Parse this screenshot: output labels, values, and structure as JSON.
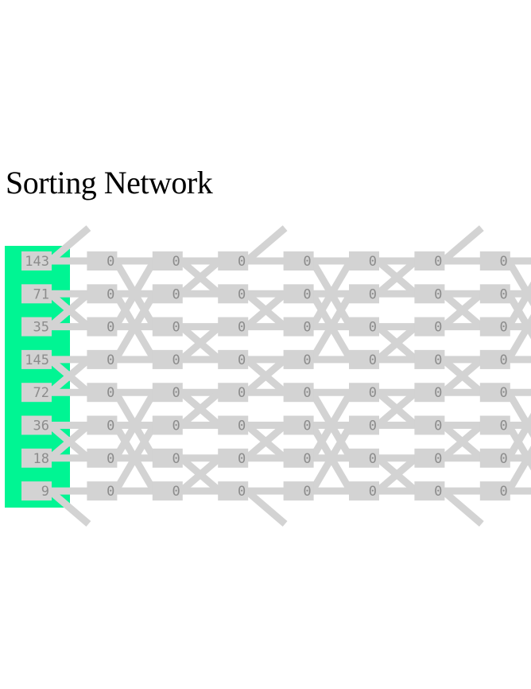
{
  "title": "Sorting Network",
  "colors": {
    "input_column": "#00f593",
    "node": "#d3d3d3",
    "wire": "#d3d3d3",
    "text": "#8c8c8c"
  },
  "inputs": [
    "143",
    "71",
    "35",
    "145",
    "72",
    "36",
    "18",
    "9"
  ],
  "stages": [
    [
      "0",
      "0",
      "0",
      "0",
      "0",
      "0",
      "0",
      "0"
    ],
    [
      "0",
      "0",
      "0",
      "0",
      "0",
      "0",
      "0",
      "0"
    ],
    [
      "0",
      "0",
      "0",
      "0",
      "0",
      "0",
      "0",
      "0"
    ],
    [
      "0",
      "0",
      "0",
      "0",
      "0",
      "0",
      "0",
      "0"
    ],
    [
      "0",
      "0",
      "0",
      "0",
      "0",
      "0",
      "0",
      "0"
    ],
    [
      "0",
      "0",
      "0",
      "0",
      "0",
      "0",
      "0",
      "0"
    ],
    [
      "0",
      "0",
      "0",
      "0",
      "0",
      "0",
      "0",
      "0"
    ]
  ]
}
